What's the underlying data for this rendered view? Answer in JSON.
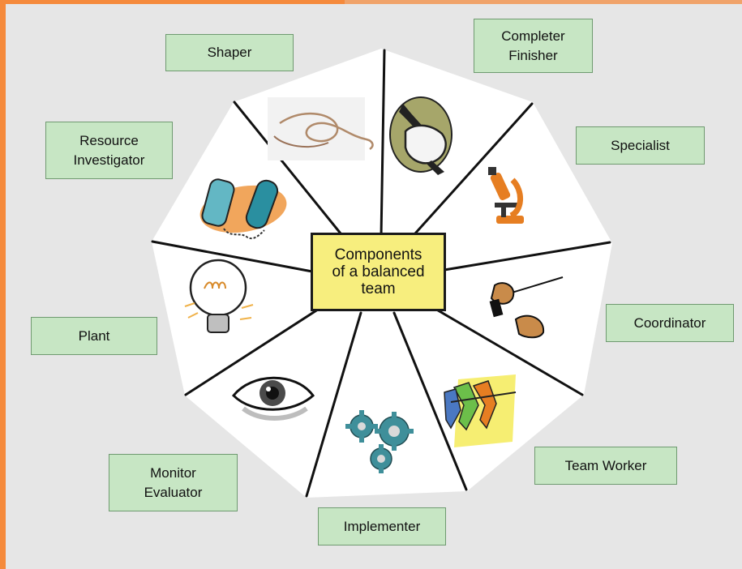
{
  "center": {
    "label": "Components\nof a balanced\nteam"
  },
  "roles": {
    "shaper": "Shaper",
    "completer_finisher": "Completer\nFinisher",
    "specialist": "Specialist",
    "resource_investigator": "Resource\nInvestigator",
    "coordinator": "Coordinator",
    "plant": "Plant",
    "team_worker": "Team Worker",
    "monitor_evaluator": "Monitor\nEvaluator",
    "implementer": "Implementer"
  },
  "icons": {
    "shaper": "rope-icon",
    "completer_finisher": "hand-wrench-icon",
    "specialist": "microscope-icon",
    "resource_investigator": "telephone-icon",
    "coordinator": "conductor-hands-icon",
    "plant": "lightbulb-icon",
    "team_worker": "rowing-team-icon",
    "monitor_evaluator": "eye-icon",
    "implementer": "gears-icon"
  },
  "colors": {
    "frame": "#f58a3c",
    "background": "#e6e6e6",
    "role_box": "#c7e6c4",
    "center_box": "#f7ee7e"
  }
}
